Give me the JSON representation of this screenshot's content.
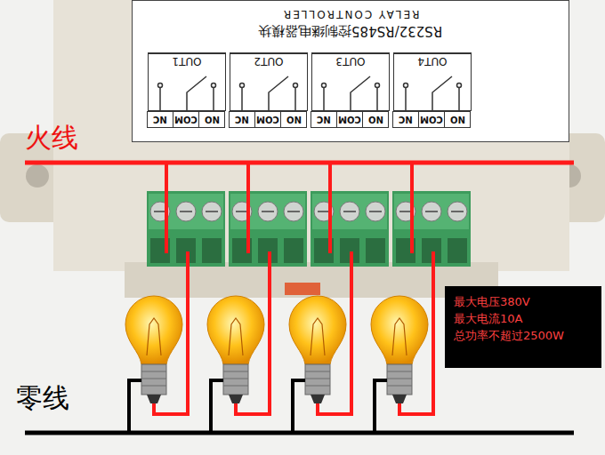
{
  "diagram": {
    "nodes": [
      {
        "text": [
          "RS232/RS485控制继电器模块",
          "RELAY CONTROLLER"
        ]
      },
      {
        "text": [
          "OUT1"
        ],
        "in": 0
      },
      {
        "text": [
          "OUT2"
        ],
        "in": 0
      },
      {
        "text": [
          "OUT3"
        ],
        "in": 0
      },
      {
        "text": [
          "OUT4"
        ],
        "in": 0
      },
      {
        "text": [
          "最大电压380V",
          "最大电流10A",
          "总功率不超过2500W"
        ]
      }
    ],
    "labels": [
      "NC",
      "COM",
      "NO",
      "NC",
      "COM",
      "NO",
      "NC",
      "COM",
      "NO",
      "NC",
      "COM",
      "NO",
      "火线",
      "零线"
    ]
  }
}
